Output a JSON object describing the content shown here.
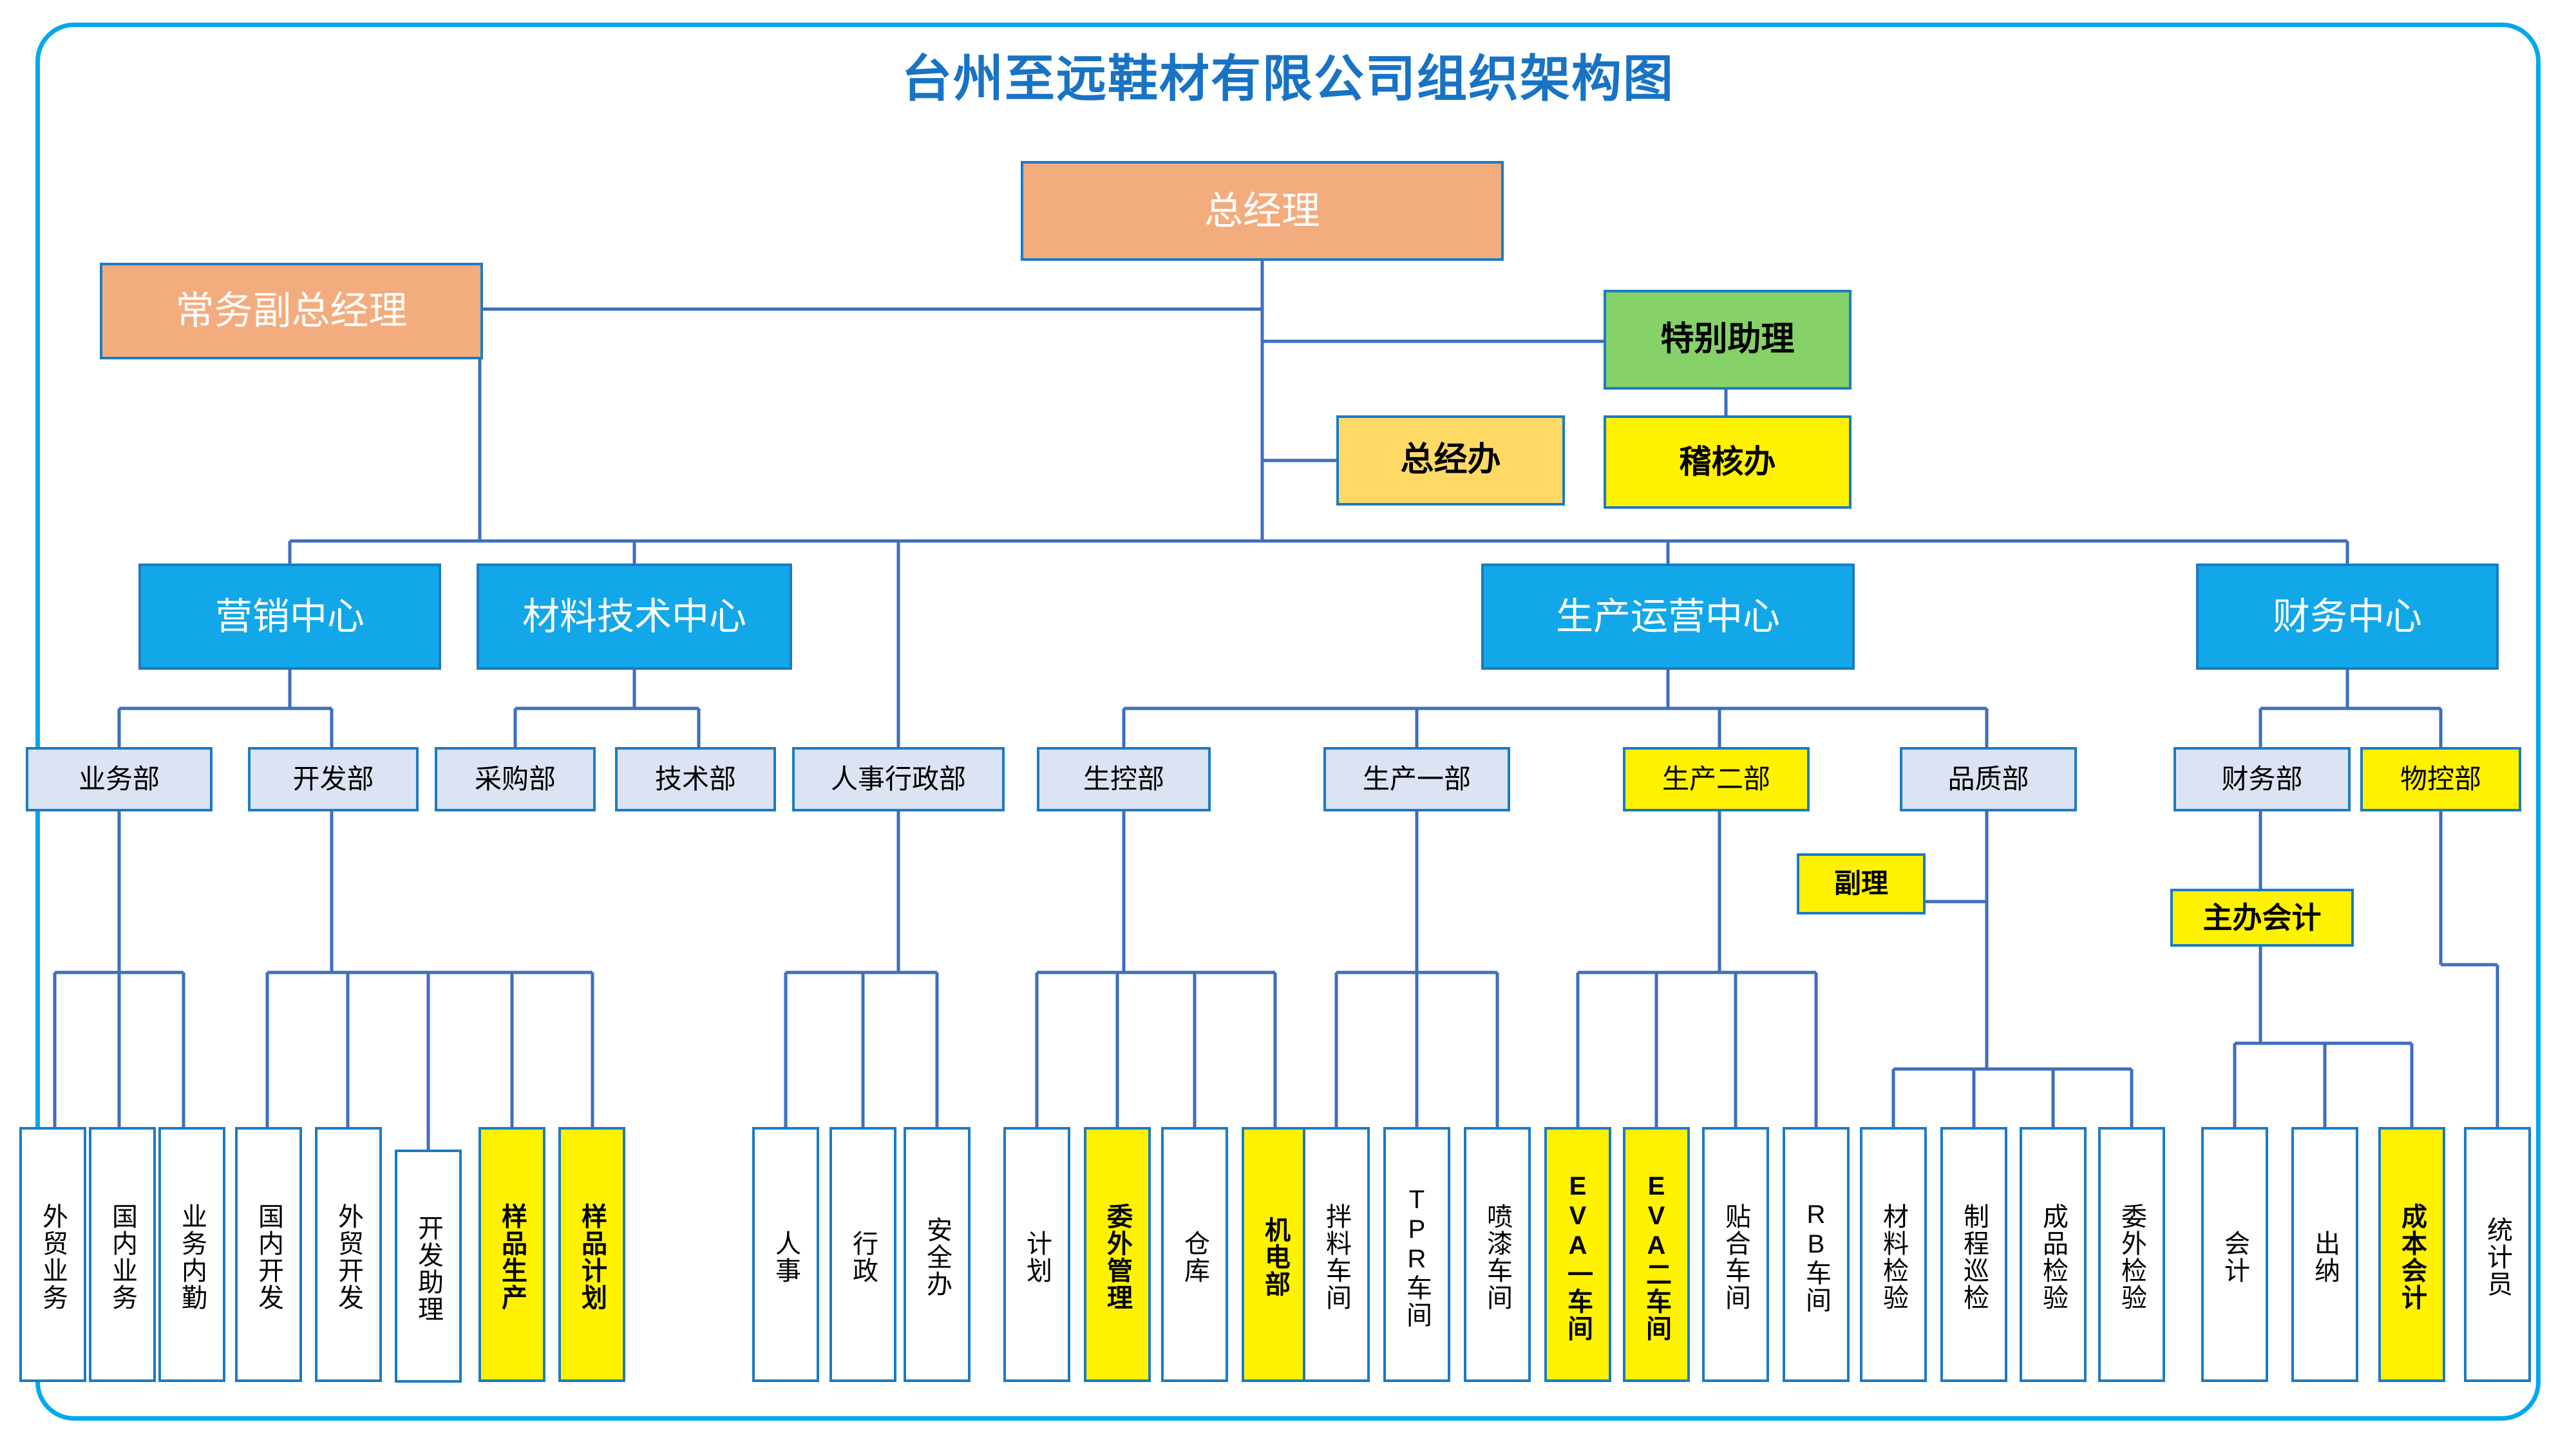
{
  "page": {
    "title": "台州至远鞋材有限公司组织架构图",
    "accent_blue": "#12A7E8",
    "frame_color": "#00A8EC",
    "border_color": "#1C7BC4",
    "exec_fill": "#F3AC7E",
    "dept_fill": "#DCE3F2",
    "highlight_yellow": "#FFF200",
    "green_fill": "#86D168",
    "lightyellow_fill": "#FFD966"
  },
  "executives": {
    "general_manager": "总经理",
    "deputy_general_manager": "常务副总经理",
    "special_assistant": "特别助理",
    "gm_office": "总经办",
    "audit_office": "稽核办"
  },
  "centers": {
    "marketing": "营销中心",
    "material_tech": "材料技术中心",
    "production_ops": "生产运营中心",
    "finance": "财务中心"
  },
  "departments": {
    "business": "业务部",
    "development": "开发部",
    "purchasing": "采购部",
    "technology": "技术部",
    "hr_admin": "人事行政部",
    "production_control": "生控部",
    "production_one": "生产一部",
    "production_two": "生产二部",
    "quality": "品质部",
    "finance_dept": "财务部",
    "material_control": "物控部"
  },
  "sub_roles": {
    "assistant_manager": "副理",
    "chief_accountant": "主办会计"
  },
  "leaves": {
    "business": [
      "外贸业务",
      "国内业务",
      "业务内勤"
    ],
    "development": [
      "国内开发",
      "外贸开发",
      "开发助理",
      "样品生产",
      "样品计划"
    ],
    "hr_admin": [
      "人事",
      "行政",
      "安全办"
    ],
    "production_control": [
      "计划",
      "委外管理",
      "仓库",
      "机电部"
    ],
    "production_one": [
      "拌料车间",
      "TPR车间",
      "喷漆车间"
    ],
    "production_two": [
      "EVA一车间",
      "EVA二车间",
      "贴合车间",
      "RB车间"
    ],
    "quality": [
      "材料检验",
      "制程巡检",
      "成品检验",
      "委外检验"
    ],
    "finance_dept": [
      "会计",
      "出纳",
      "成本会计"
    ],
    "material_control": [
      "统计员"
    ]
  },
  "highlighted": [
    "稽核办",
    "生产二部",
    "物控部",
    "副理",
    "主办会计",
    "样品生产",
    "样品计划",
    "委外管理",
    "机电部",
    "EVA一车间",
    "EVA二车间",
    "成本会计"
  ]
}
